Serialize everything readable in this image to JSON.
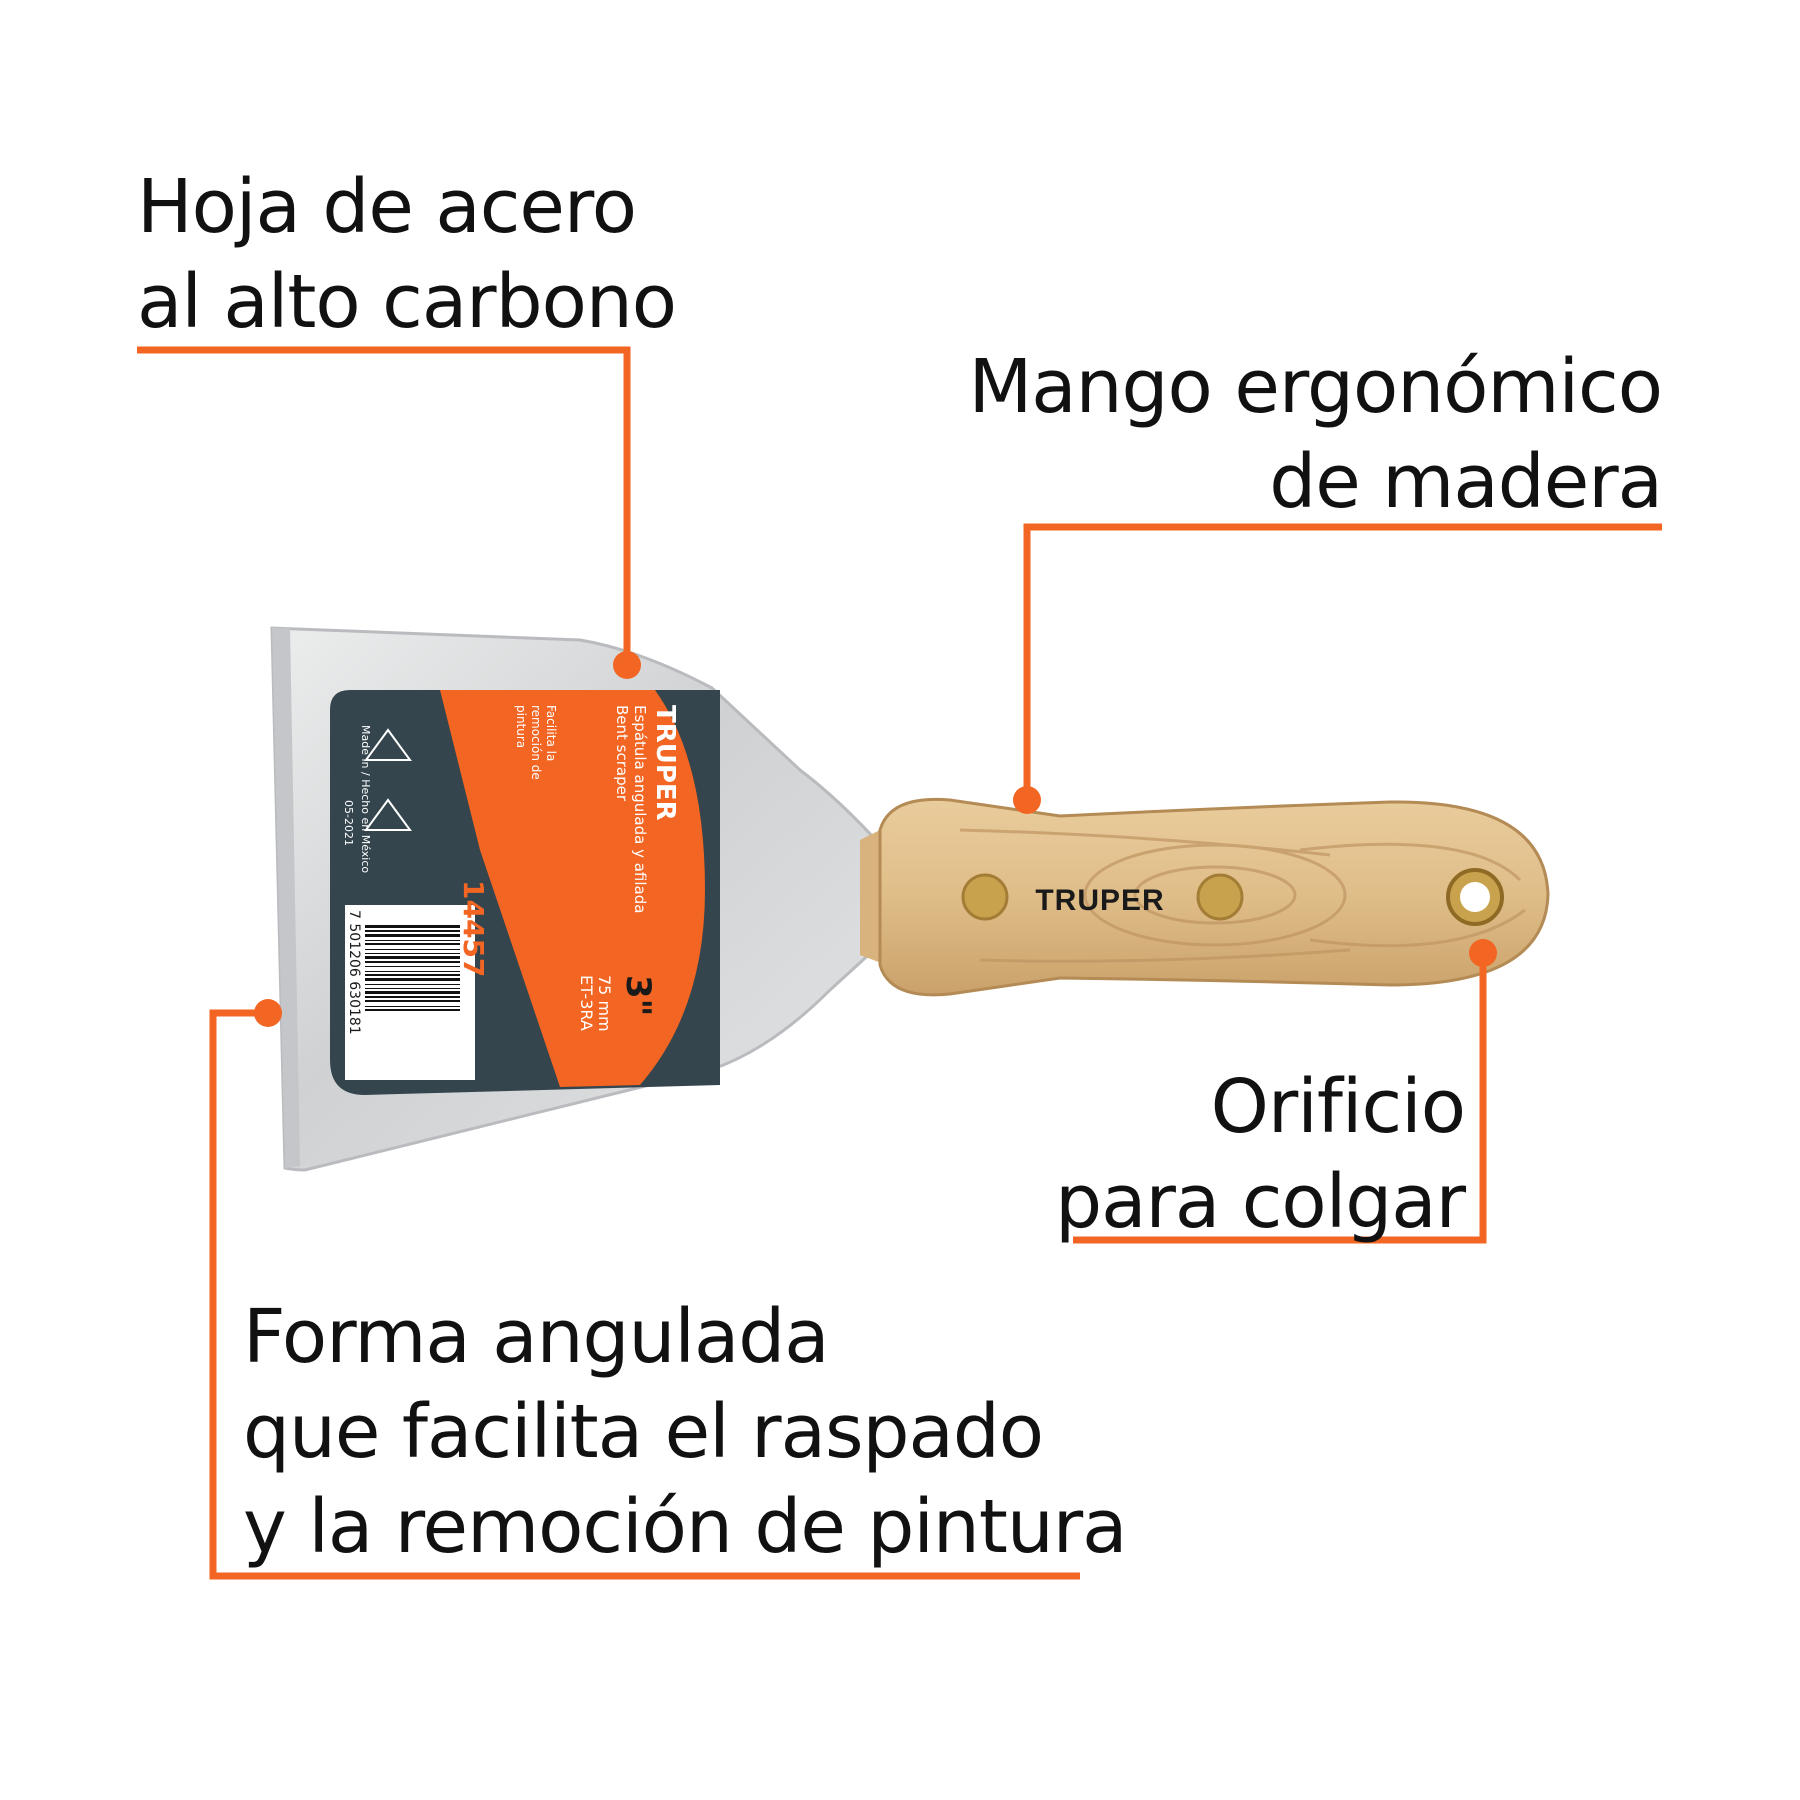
{
  "colors": {
    "accent": "#f26522",
    "text": "#111111",
    "label_dark": "#34454e",
    "blade": "#d7d8da",
    "wood": "#e2c291",
    "brass": "#c9a24e"
  },
  "callouts": {
    "blade_material": {
      "line1": "Hoja de acero",
      "line2": "al alto carbono"
    },
    "handle": {
      "line1": "Mango ergonómico",
      "line2": "de madera"
    },
    "hang_hole": {
      "line1": "Orificio",
      "line2": "para colgar"
    },
    "shape": {
      "line1": "Forma angulada",
      "line2": "que facilita el raspado",
      "line3": "y la remoción de pintura"
    }
  },
  "product": {
    "handle_brand": "TRUPER",
    "label": {
      "brand": "TRUPER",
      "name_es": "Espátula angulada y afilada",
      "name_en": "Bent scraper",
      "benefit_1": "Facilita la",
      "benefit_2": "remoción de",
      "benefit_3": "pintura",
      "code": "14457",
      "size": "3\"",
      "size_mm": "75 mm",
      "model": "ET-3RA",
      "origin": "Made in / Hecho en México",
      "date": "05-2021",
      "barcode_text": "7 501206 630181"
    }
  }
}
